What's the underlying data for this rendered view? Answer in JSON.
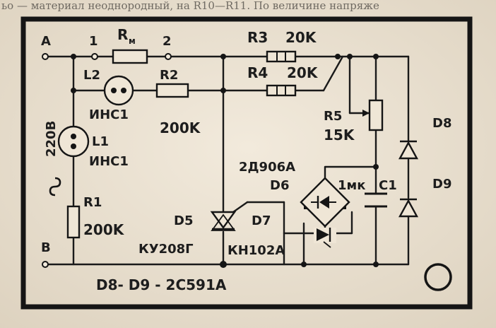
{
  "page_header_text": "ьо — материал неоднородный, на   R10—R11. По величине напряже",
  "terminals": {
    "a": "A",
    "b": "B",
    "n1": "1",
    "n2": "2"
  },
  "resistors": {
    "rm_main": "R",
    "rm_sub": "м",
    "r1": "R1",
    "r1_val": "200K",
    "r2": "R2",
    "r2_val": "200K",
    "r3": "R3",
    "r3_val": "20K",
    "r4": "R4",
    "r4_val": "20K",
    "r5": "R5",
    "r5_val": "15K"
  },
  "lamps": {
    "l1": "L1",
    "l1_type": "ИНС1",
    "l2": "L2",
    "l2_type": "ИНС1"
  },
  "supply": {
    "voltage": "220В",
    "ac_symbol": "~"
  },
  "diodes": {
    "d5": "D5",
    "d5_type": "КУ208Г",
    "d6": "D6",
    "d6_type": "2Д906А",
    "d7": "D7",
    "d7_type": "КН102А",
    "d8": "D8",
    "d9": "D9"
  },
  "capacitor": {
    "c1": "C1",
    "c1_val": "1мк"
  },
  "footer_note": "D8- D9 - 2С591А"
}
